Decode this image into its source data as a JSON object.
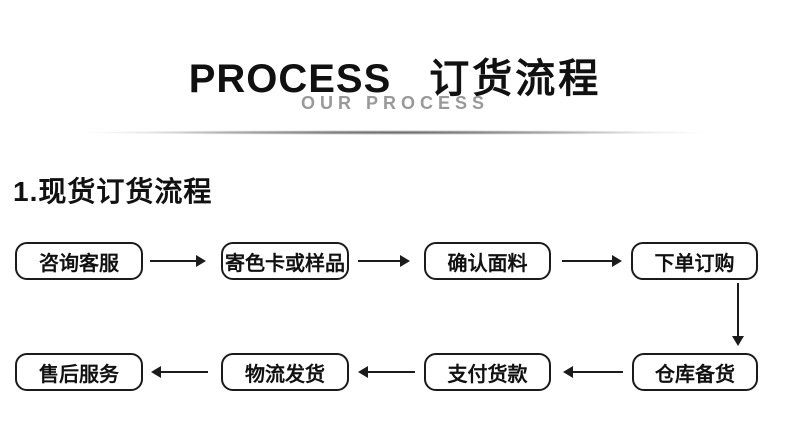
{
  "header": {
    "title_en": "PROCESS",
    "title_zh": "订货流程",
    "subtitle": "OUR PROCESS"
  },
  "section": {
    "heading": "1.现货订货流程"
  },
  "flow": {
    "row1": [
      {
        "label": "咨询客服"
      },
      {
        "label": "寄色卡或样品"
      },
      {
        "label": "确认面料"
      },
      {
        "label": "下单订购"
      }
    ],
    "row2": [
      {
        "label": "售后服务"
      },
      {
        "label": "物流发货"
      },
      {
        "label": "支付货款"
      },
      {
        "label": "仓库备货"
      }
    ],
    "sequence": [
      "咨询客服",
      "寄色卡或样品",
      "确认面料",
      "下单订购",
      "仓库备货",
      "支付货款",
      "物流发货",
      "售后服务"
    ]
  },
  "colors": {
    "background": "#ffffff",
    "text": "#111111",
    "line": "#1b1b1b",
    "subtitle": "#999999"
  }
}
